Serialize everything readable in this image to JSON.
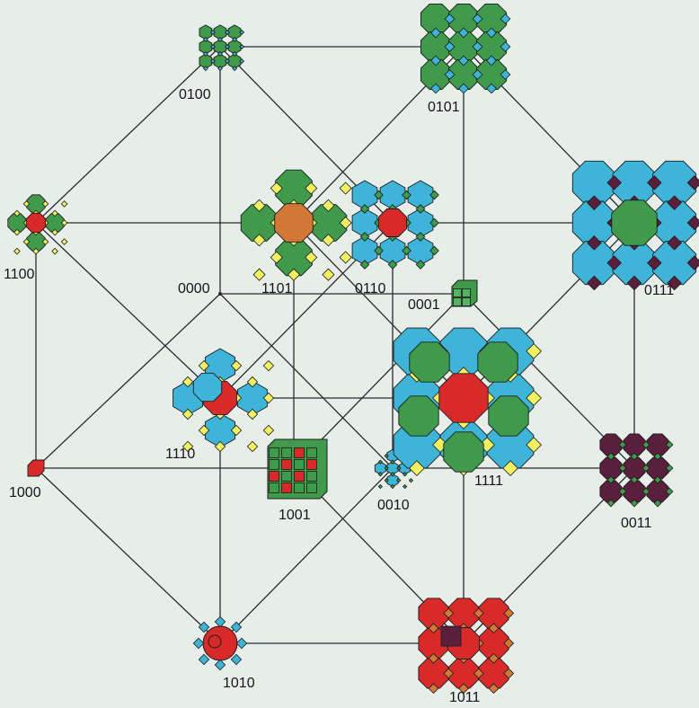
{
  "colors": {
    "background": "#e7eee9",
    "edge": "#2b2b2b",
    "green": "#3f9b4b",
    "blue": "#3fb4d9",
    "red": "#d92a2a",
    "yellow": "#f1ef62",
    "purple": "#5a1f3c",
    "orange": "#d27836",
    "outline": "#1c1c1c"
  },
  "vertices": [
    {
      "id": "v0000",
      "label": "0000",
      "kind": "point"
    },
    {
      "id": "v1000",
      "label": "1000",
      "kind": "cube-small-red"
    },
    {
      "id": "v0100",
      "label": "0100",
      "kind": "blue-green-small"
    },
    {
      "id": "v0010",
      "label": "0010",
      "kind": "blue-small"
    },
    {
      "id": "v0001",
      "label": "0001",
      "kind": "cube-small-green"
    },
    {
      "id": "v1100",
      "label": "1100",
      "kind": "yellow-green"
    },
    {
      "id": "v1010",
      "label": "1010",
      "kind": "red-blue"
    },
    {
      "id": "v1001",
      "label": "1001",
      "kind": "cube-checker"
    },
    {
      "id": "v0110",
      "label": "0110",
      "kind": "blue-cluster"
    },
    {
      "id": "v0101",
      "label": "0101",
      "kind": "green-cluster"
    },
    {
      "id": "v0011",
      "label": "0011",
      "kind": "purple-cluster"
    },
    {
      "id": "v1110",
      "label": "1110",
      "kind": "blue-yellow-red"
    },
    {
      "id": "v1101",
      "label": "1101",
      "kind": "green-yellow-orange"
    },
    {
      "id": "v1011",
      "label": "1011",
      "kind": "red-orange-purple"
    },
    {
      "id": "v0111",
      "label": "0111",
      "kind": "blue-green-purple"
    },
    {
      "id": "v1111",
      "label": "1111",
      "kind": "all-colors-large"
    }
  ]
}
